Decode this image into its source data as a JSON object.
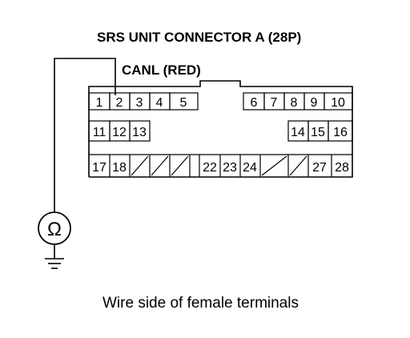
{
  "diagram": {
    "title": "SRS UNIT CONNECTOR A (28P)",
    "wire_label": "CANL (RED)",
    "caption": "Wire side of female terminals",
    "meter_symbol": "Ω",
    "rows": {
      "row1": [
        "1",
        "2",
        "3",
        "4",
        "5",
        "6",
        "7",
        "8",
        "9",
        "10"
      ],
      "row2": [
        "11",
        "12",
        "13",
        "14",
        "15",
        "16"
      ],
      "row3": [
        "17",
        "18",
        "22",
        "23",
        "24",
        "27",
        "28"
      ]
    }
  }
}
